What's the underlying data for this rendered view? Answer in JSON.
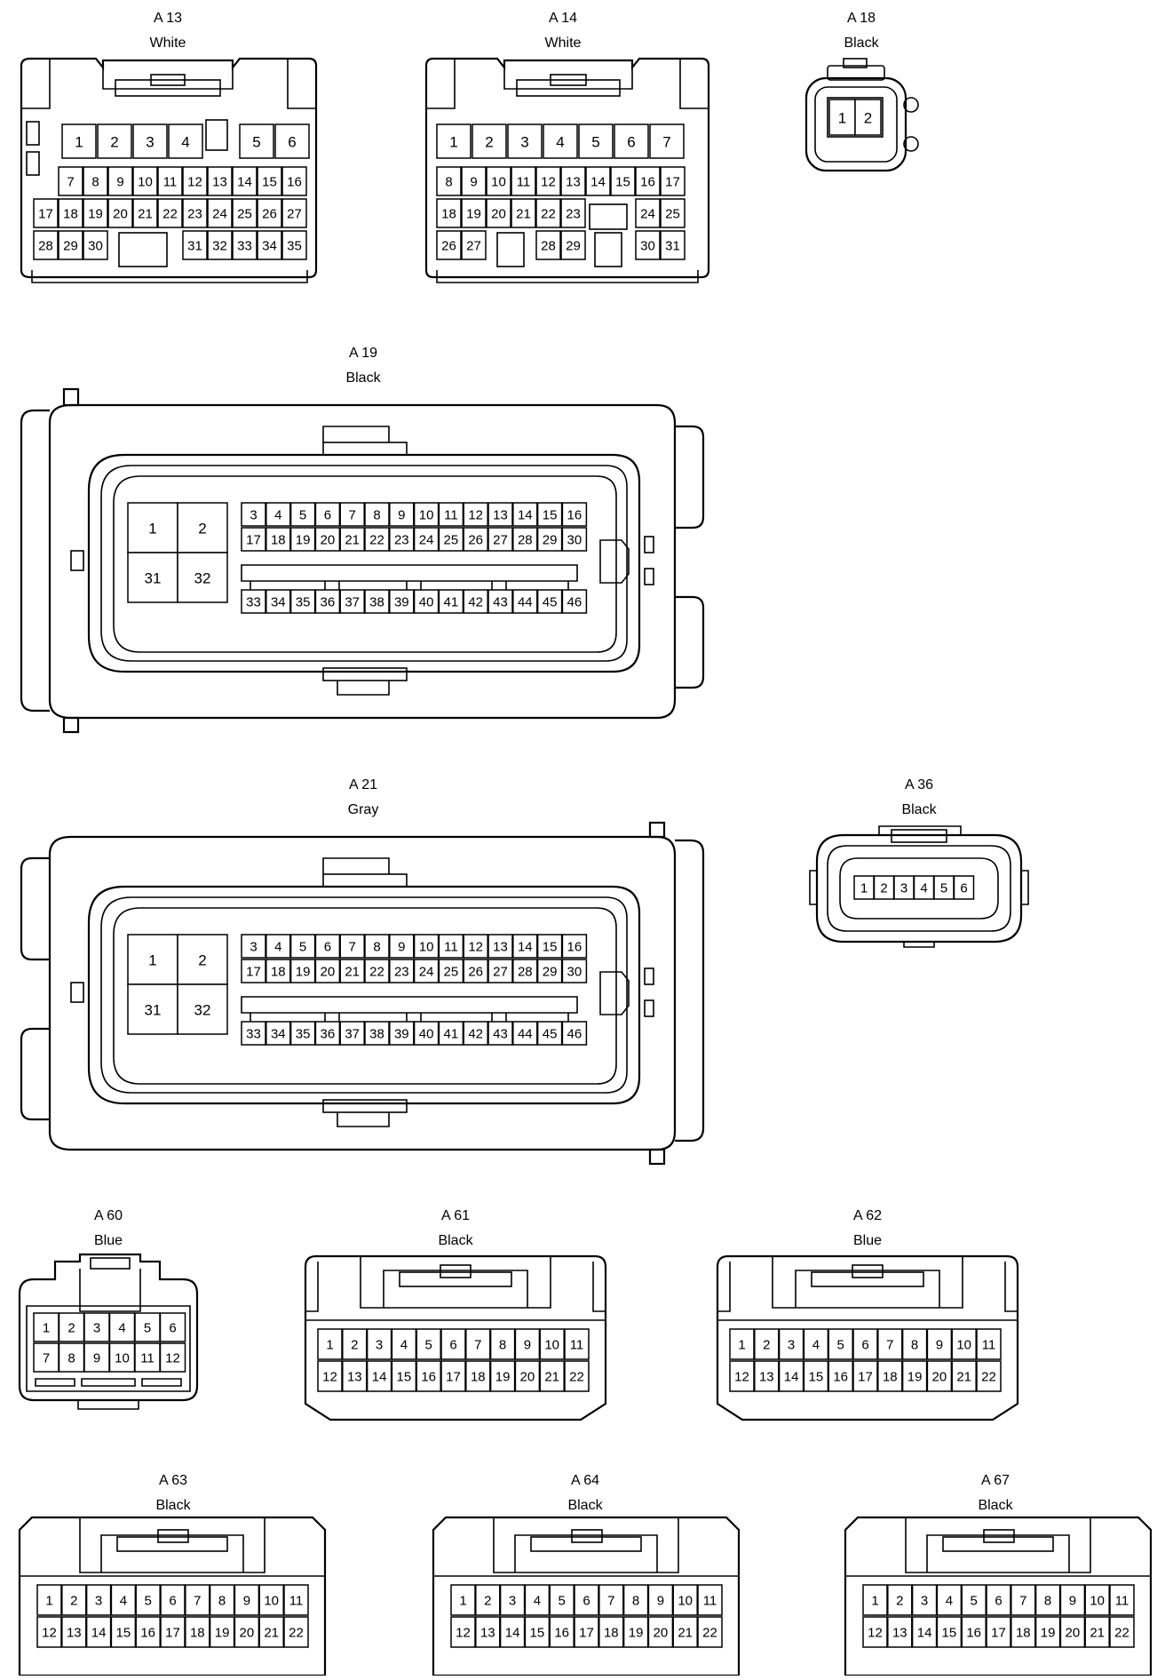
{
  "connectors": [
    {
      "id": "A 13",
      "color": "White",
      "pins": [
        "1",
        "2",
        "3",
        "4",
        "5",
        "6",
        "7",
        "8",
        "9",
        "10",
        "11",
        "12",
        "13",
        "14",
        "15",
        "16",
        "17",
        "18",
        "19",
        "20",
        "21",
        "22",
        "23",
        "24",
        "25",
        "26",
        "27",
        "28",
        "29",
        "30",
        "31",
        "32",
        "33",
        "34",
        "35"
      ]
    },
    {
      "id": "A 14",
      "color": "White",
      "pins": [
        "1",
        "2",
        "3",
        "4",
        "5",
        "6",
        "7",
        "8",
        "9",
        "10",
        "11",
        "12",
        "13",
        "14",
        "15",
        "16",
        "17",
        "18",
        "19",
        "20",
        "21",
        "22",
        "23",
        "24",
        "25",
        "26",
        "27",
        "28",
        "29",
        "30",
        "31"
      ]
    },
    {
      "id": "A 18",
      "color": "Black",
      "pins": [
        "1",
        "2"
      ]
    },
    {
      "id": "A 19",
      "color": "Black",
      "pins": [
        "1",
        "2",
        "31",
        "32",
        "3",
        "4",
        "5",
        "6",
        "7",
        "8",
        "9",
        "10",
        "11",
        "12",
        "13",
        "14",
        "15",
        "16",
        "17",
        "18",
        "19",
        "20",
        "21",
        "22",
        "23",
        "24",
        "25",
        "26",
        "27",
        "28",
        "29",
        "30",
        "33",
        "34",
        "35",
        "36",
        "37",
        "38",
        "39",
        "40",
        "41",
        "42",
        "43",
        "44",
        "45",
        "46"
      ]
    },
    {
      "id": "A 21",
      "color": "Gray",
      "pins": [
        "1",
        "2",
        "31",
        "32",
        "3",
        "4",
        "5",
        "6",
        "7",
        "8",
        "9",
        "10",
        "11",
        "12",
        "13",
        "14",
        "15",
        "16",
        "17",
        "18",
        "19",
        "20",
        "21",
        "22",
        "23",
        "24",
        "25",
        "26",
        "27",
        "28",
        "29",
        "30",
        "33",
        "34",
        "35",
        "36",
        "37",
        "38",
        "39",
        "40",
        "41",
        "42",
        "43",
        "44",
        "45",
        "46"
      ]
    },
    {
      "id": "A 36",
      "color": "Black",
      "pins": [
        "1",
        "2",
        "3",
        "4",
        "5",
        "6"
      ]
    },
    {
      "id": "A 60",
      "color": "Blue",
      "pins": [
        "1",
        "2",
        "3",
        "4",
        "5",
        "6",
        "7",
        "8",
        "9",
        "10",
        "11",
        "12"
      ]
    },
    {
      "id": "A 61",
      "color": "Black",
      "pins": [
        "1",
        "2",
        "3",
        "4",
        "5",
        "6",
        "7",
        "8",
        "9",
        "10",
        "11",
        "12",
        "13",
        "14",
        "15",
        "16",
        "17",
        "18",
        "19",
        "20",
        "21",
        "22"
      ]
    },
    {
      "id": "A 62",
      "color": "Blue",
      "pins": [
        "1",
        "2",
        "3",
        "4",
        "5",
        "6",
        "7",
        "8",
        "9",
        "10",
        "11",
        "12",
        "13",
        "14",
        "15",
        "16",
        "17",
        "18",
        "19",
        "20",
        "21",
        "22"
      ]
    },
    {
      "id": "A 63",
      "color": "Black",
      "pins": [
        "1",
        "2",
        "3",
        "4",
        "5",
        "6",
        "7",
        "8",
        "9",
        "10",
        "11",
        "12",
        "13",
        "14",
        "15",
        "16",
        "17",
        "18",
        "19",
        "20",
        "21",
        "22"
      ]
    },
    {
      "id": "A 64",
      "color": "Black",
      "pins": [
        "1",
        "2",
        "3",
        "4",
        "5",
        "6",
        "7",
        "8",
        "9",
        "10",
        "11",
        "12",
        "13",
        "14",
        "15",
        "16",
        "17",
        "18",
        "19",
        "20",
        "21",
        "22"
      ]
    },
    {
      "id": "A 67",
      "color": "Black",
      "pins": [
        "1",
        "2",
        "3",
        "4",
        "5",
        "6",
        "7",
        "8",
        "9",
        "10",
        "11",
        "12",
        "13",
        "14",
        "15",
        "16",
        "17",
        "18",
        "19",
        "20",
        "21",
        "22"
      ]
    }
  ]
}
